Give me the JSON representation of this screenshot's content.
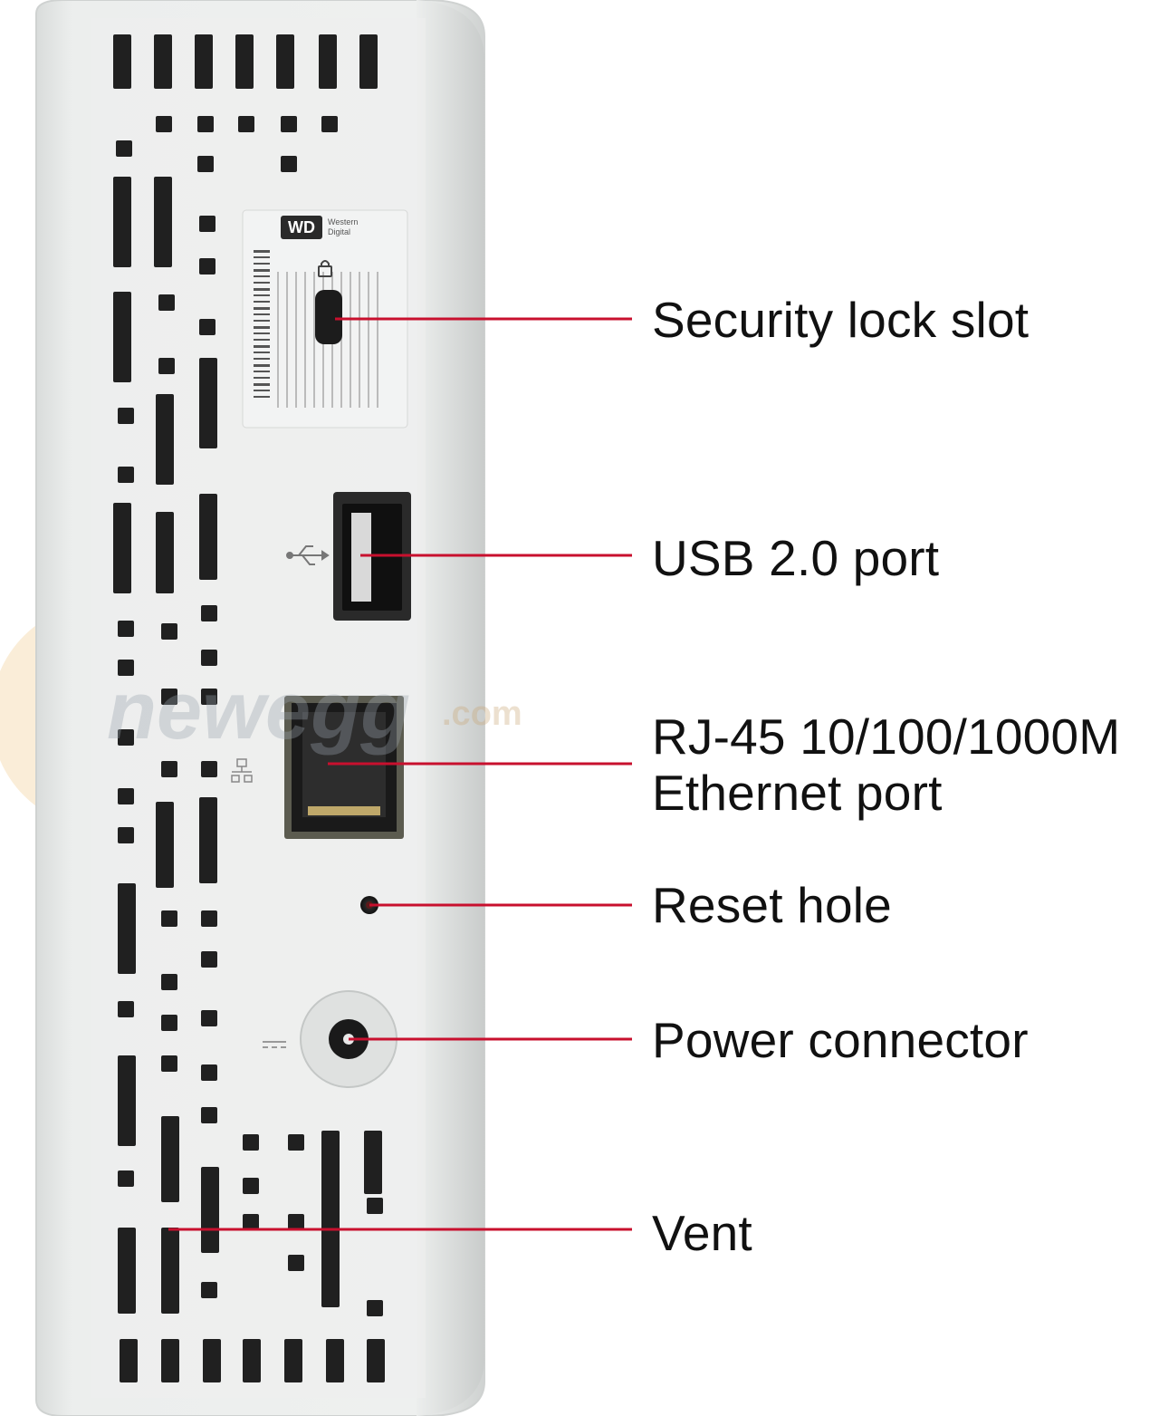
{
  "callouts": [
    {
      "id": "security-lock-slot",
      "label": "Security lock slot"
    },
    {
      "id": "usb-port",
      "label": "USB 2.0 port"
    },
    {
      "id": "ethernet-port",
      "label_line1": "RJ-45 10/100/1000M",
      "label_line2": "Ethernet port"
    },
    {
      "id": "reset-hole",
      "label": "Reset hole"
    },
    {
      "id": "power-connector",
      "label": "Power connector"
    },
    {
      "id": "vent",
      "label": "Vent"
    }
  ],
  "device": {
    "brand_logo": "WD",
    "brand_name_line1": "Western",
    "brand_name_line2": "Digital",
    "watermark": "newegg",
    "watermark_suffix": ".com",
    "icons": [
      "lock-icon",
      "usb-icon",
      "network-icon",
      "power-dc-icon"
    ]
  },
  "colors": {
    "leader_line": "#c8102e",
    "device_body": "#e7e9e8",
    "device_face": "#eeefef",
    "vent_holes": "#202020",
    "label_text": "#111111"
  }
}
